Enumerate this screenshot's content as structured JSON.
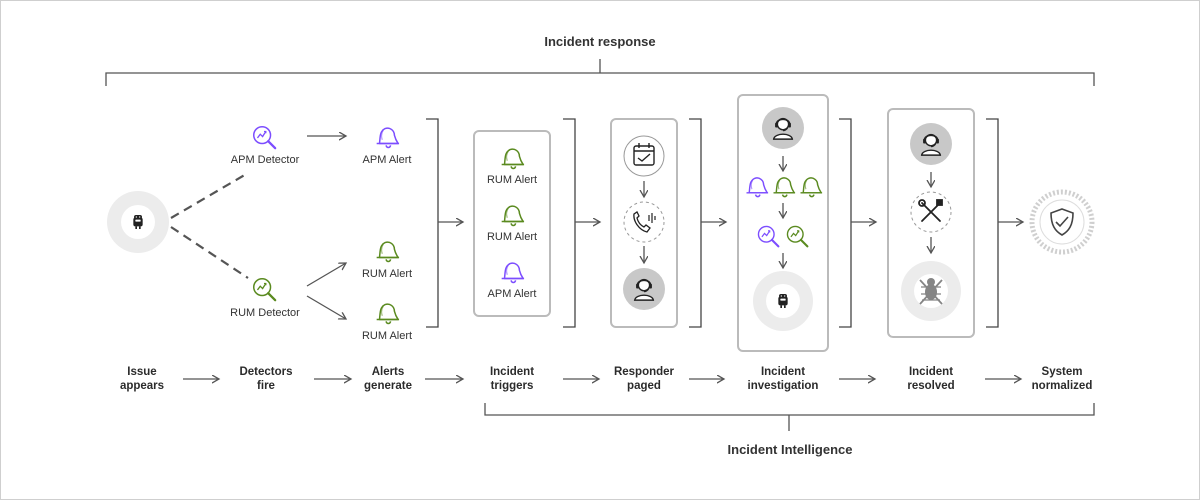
{
  "brackets": {
    "top": "Incident response",
    "bottom": "Incident Intelligence"
  },
  "labels": {
    "apm_detector": "APM Detector",
    "rum_detector": "RUM Detector",
    "apm_alert": "APM Alert",
    "rum_alert_1": "RUM Alert",
    "rum_alert_2": "RUM Alert",
    "box_rum_alert_1": "RUM Alert",
    "box_rum_alert_2": "RUM Alert",
    "box_apm_alert": "APM Alert"
  },
  "stages": [
    {
      "line1": "Issue",
      "line2": "appears"
    },
    {
      "line1": "Detectors",
      "line2": "fire"
    },
    {
      "line1": "Alerts",
      "line2": "generate"
    },
    {
      "line1": "Incident",
      "line2": "triggers"
    },
    {
      "line1": "Responder",
      "line2": "paged"
    },
    {
      "line1": "Incident",
      "line2": "investigation"
    },
    {
      "line1": "Incident",
      "line2": "resolved"
    },
    {
      "line1": "System",
      "line2": "normalized"
    }
  ],
  "colors": {
    "apm": "#7c4dff",
    "rum": "#5a8a1f",
    "line": "#555555",
    "box": "#bdbdbd",
    "circle": "#e8e8e8"
  },
  "icons": [
    "android-icon",
    "detector-icon",
    "alert-bell-icon",
    "calendar-icon",
    "phone-icon",
    "responder-icon",
    "tools-icon",
    "bug-icon",
    "shield-check-icon"
  ]
}
